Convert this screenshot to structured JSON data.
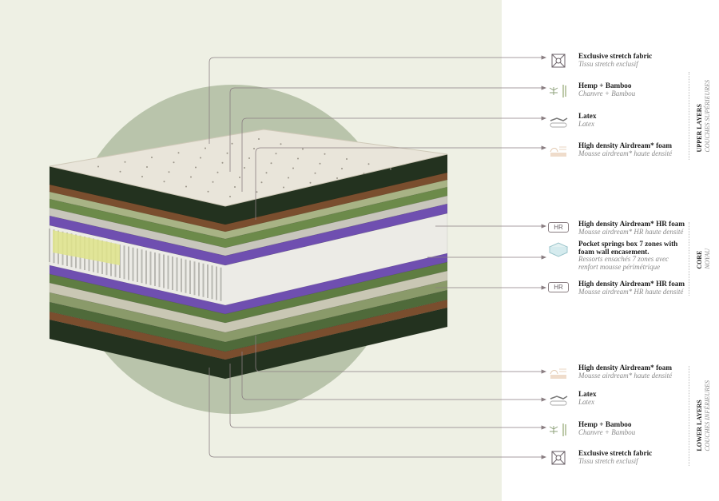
{
  "colors": {
    "panel": "#eef0e4",
    "circle": "#b9c4ab",
    "leader": "#8a7e82"
  },
  "sections": [
    {
      "en": "UPPER LAYERS",
      "fr": "COUCHES SUPÉRIEURES"
    },
    {
      "en": "CORE",
      "fr": "NOYAU"
    },
    {
      "en": "LOWER LAYERS",
      "fr": "COUCHES INFÉRIEURES"
    }
  ],
  "layers": [
    {
      "icon": "stretch-fabric-icon",
      "en": "Exclusive stretch fabric",
      "fr": "Tissu stretch exclusif"
    },
    {
      "icon": "hemp-bamboo-icon",
      "en": "Hemp + Bamboo",
      "fr": "Chanvre + Bambou"
    },
    {
      "icon": "latex-icon",
      "en": "Latex",
      "fr": "Latex"
    },
    {
      "icon": "airdream-foam-icon",
      "en": "High density Airdream* foam",
      "fr": "Mousse airdream* haute densité"
    },
    {
      "icon": "hr-foam-icon",
      "icon_text": "HR",
      "en": "High density Airdream* HR foam",
      "fr": "Mousse airdream* HR haute densité"
    },
    {
      "icon": "pocket-springs-icon",
      "en": "Pocket springs box 7 zones with foam wall encasement.",
      "fr": "Ressorts ensachés 7 zones avec renfort mousse périmétrique"
    },
    {
      "icon": "hr-foam-icon",
      "icon_text": "HR",
      "en": "High density Airdream* HR foam",
      "fr": "Mousse airdream* HR haute densité"
    },
    {
      "icon": "airdream-foam-icon",
      "en": "High density Airdream* foam",
      "fr": "Mousse airdream* haute densité"
    },
    {
      "icon": "latex-icon",
      "en": "Latex",
      "fr": "Latex"
    },
    {
      "icon": "hemp-bamboo-icon",
      "en": "Hemp + Bamboo",
      "fr": "Chanvre + Bambou"
    },
    {
      "icon": "stretch-fabric-icon",
      "en": "Exclusive stretch fabric",
      "fr": "Tissu stretch exclusif"
    }
  ]
}
